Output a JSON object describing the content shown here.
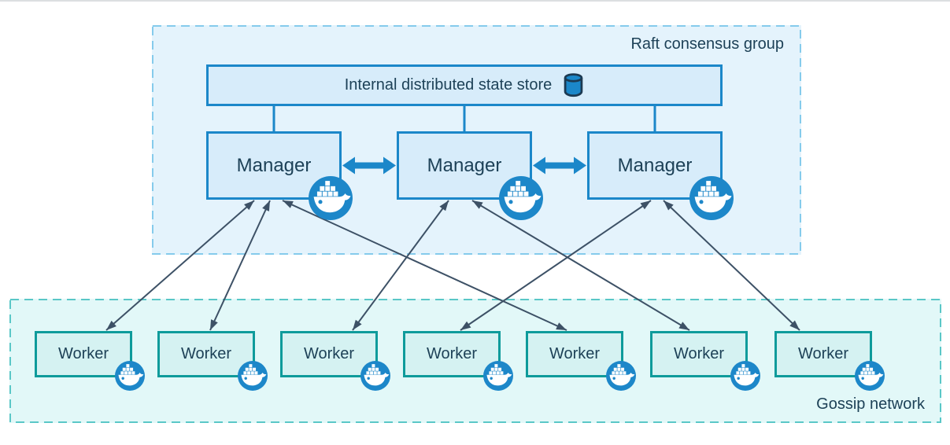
{
  "diagram": {
    "raft_group_label": "Raft consensus group",
    "gossip_group_label": "Gossip network",
    "state_store": {
      "label": "Internal distributed state store",
      "icon": "database-cylinder-icon"
    },
    "managers": [
      {
        "id": "manager-1",
        "label": "Manager",
        "icon": "docker-whale-icon"
      },
      {
        "id": "manager-2",
        "label": "Manager",
        "icon": "docker-whale-icon"
      },
      {
        "id": "manager-3",
        "label": "Manager",
        "icon": "docker-whale-icon"
      }
    ],
    "workers": [
      {
        "id": "worker-1",
        "label": "Worker",
        "icon": "docker-whale-icon"
      },
      {
        "id": "worker-2",
        "label": "Worker",
        "icon": "docker-whale-icon"
      },
      {
        "id": "worker-3",
        "label": "Worker",
        "icon": "docker-whale-icon"
      },
      {
        "id": "worker-4",
        "label": "Worker",
        "icon": "docker-whale-icon"
      },
      {
        "id": "worker-5",
        "label": "Worker",
        "icon": "docker-whale-icon"
      },
      {
        "id": "worker-6",
        "label": "Worker",
        "icon": "docker-whale-icon"
      },
      {
        "id": "worker-7",
        "label": "Worker",
        "icon": "docker-whale-icon"
      }
    ],
    "edges": {
      "store_links": [
        "manager-1",
        "manager-2",
        "manager-3"
      ],
      "peer_links": [
        [
          "manager-1",
          "manager-2"
        ],
        [
          "manager-2",
          "manager-3"
        ]
      ],
      "worker_links": [
        {
          "from": "manager-1",
          "to": "worker-1",
          "from_dx": -25,
          "to_dx": 29
        },
        {
          "from": "manager-1",
          "to": "worker-2",
          "from_dx": -5,
          "to_dx": 5
        },
        {
          "from": "manager-1",
          "to": "worker-5",
          "from_dx": 11,
          "to_dx": -10
        },
        {
          "from": "manager-2",
          "to": "worker-3",
          "from_dx": -20,
          "to_dx": 30
        },
        {
          "from": "manager-2",
          "to": "worker-6",
          "from_dx": 10,
          "to_dx": -12
        },
        {
          "from": "manager-3",
          "to": "worker-4",
          "from_dx": -5,
          "to_dx": 11
        },
        {
          "from": "manager-3",
          "to": "worker-7",
          "from_dx": 11,
          "to_dx": -30
        }
      ]
    },
    "colors": {
      "accent_blue": "#1b87c9",
      "node_fill_blue": "#d7ecfa",
      "raft_bg": "#e4f3fc",
      "raft_dash": "#85cbec",
      "teal_stroke": "#0e9b9b",
      "worker_fill": "#d5f2f2",
      "gossip_bg": "#e2f8f8",
      "gossip_dash": "#5ac7c7",
      "arrow": "#3d5166",
      "text": "#1d4157",
      "docker_blue": "#1d87c9"
    }
  }
}
